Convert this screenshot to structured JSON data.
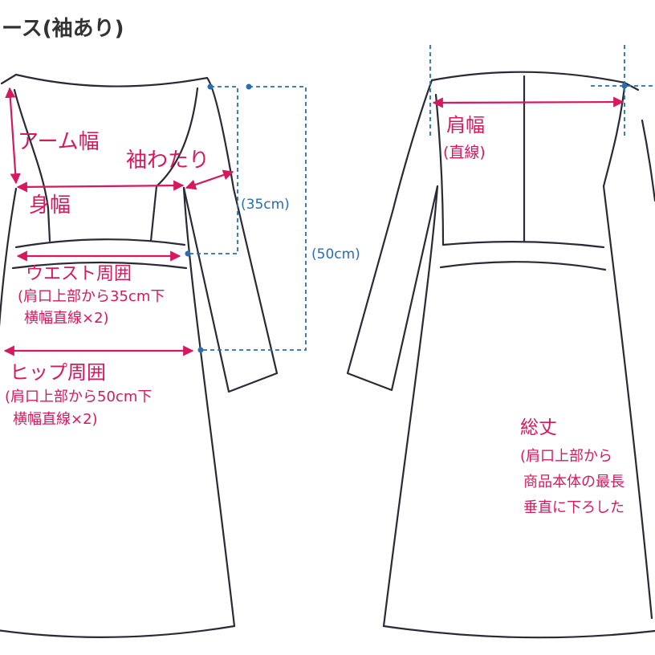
{
  "title": "ース(袖あり)",
  "colors": {
    "outline": "#2a2a36",
    "measure": "#d6195f",
    "guide": "#2a6db0",
    "background": "#ffffff"
  },
  "front": {
    "arm_width": "アーム幅",
    "sleeve_span": "袖わたり",
    "body_width": "身幅",
    "waist": "ウエスト周囲",
    "waist_note_1": "(肩口上部から35cm下",
    "waist_note_2": "横幅直線×2)",
    "hip": "ヒップ周囲",
    "hip_note_1": "(肩口上部から50cm下",
    "hip_note_2": "横幅直線×2)",
    "guide_35": "(35cm)",
    "guide_50": "(50cm)"
  },
  "back": {
    "shoulder": "肩幅",
    "shoulder_note": "(直線)",
    "length": "総丈",
    "length_note_1": "(肩口上部から",
    "length_note_2": "商品本体の最長",
    "length_note_3": "垂直に下ろした"
  }
}
